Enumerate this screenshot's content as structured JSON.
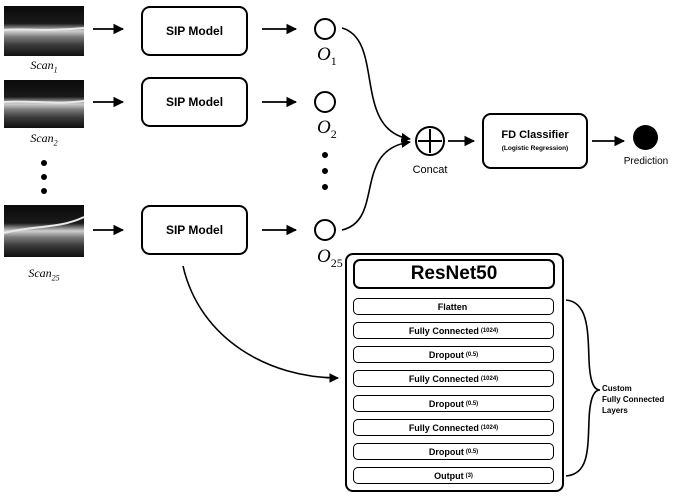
{
  "scans": [
    {
      "label": "Scan",
      "sub": "1"
    },
    {
      "label": "Scan",
      "sub": "2"
    },
    {
      "label": "Scan",
      "sub": "25"
    }
  ],
  "model_label": "SIP Model",
  "outputs": [
    {
      "label": "O",
      "sub": "1"
    },
    {
      "label": "O",
      "sub": "2"
    },
    {
      "label": "O",
      "sub": "25"
    }
  ],
  "concat_label": "Concat",
  "classifier": {
    "title": "FD Classifier",
    "subtitle": "(Logistic Regression)"
  },
  "prediction_label": "Prediction",
  "resnet": {
    "title": "ResNet50",
    "layers": [
      {
        "name": "Flatten",
        "param": ""
      },
      {
        "name": "Fully Connected",
        "param": "(1024)"
      },
      {
        "name": "Dropout",
        "param": "(0.5)"
      },
      {
        "name": "Fully Connected",
        "param": "(1024)"
      },
      {
        "name": "Dropout",
        "param": "(0.5)"
      },
      {
        "name": "Fully Connected",
        "param": "(1024)"
      },
      {
        "name": "Dropout",
        "param": "(0.5)"
      },
      {
        "name": "Output",
        "param": "(3)"
      }
    ],
    "custom_label": [
      "Custom",
      "Fully Connected",
      "Layers"
    ]
  }
}
